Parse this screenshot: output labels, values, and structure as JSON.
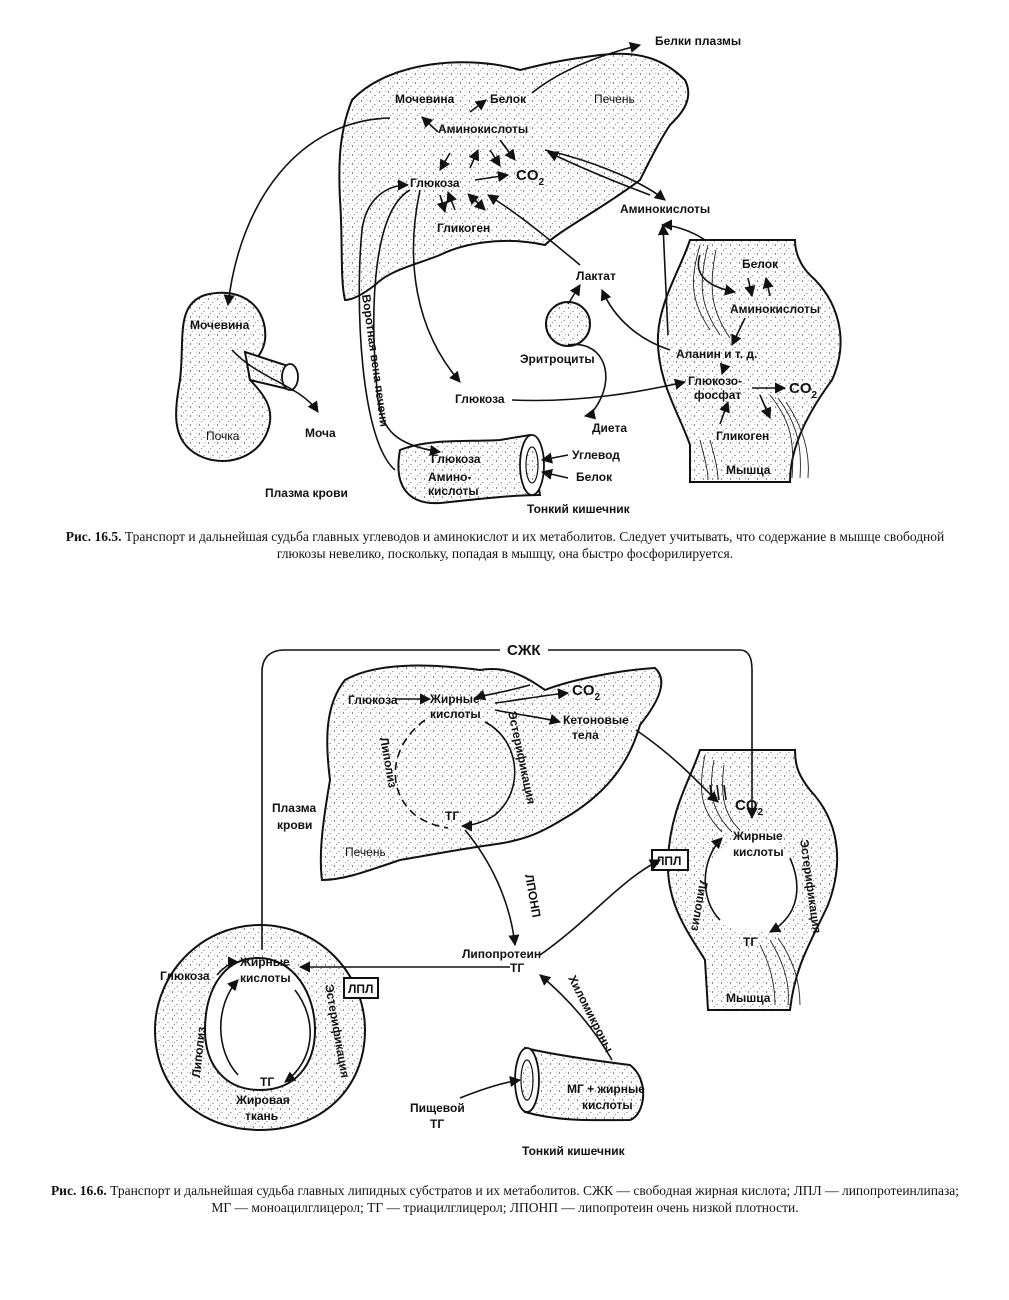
{
  "figure1": {
    "labels": {
      "plasma_proteins": "Белки плазмы",
      "urea_liver": "Мочевина",
      "protein_liver": "Белок",
      "liver": "Печень",
      "amino_acids_liver": "Аминокислоты",
      "glucose_liver": "Глюкоза",
      "co2_main": "CO",
      "co2_sub": "2",
      "glycogen_liver": "Гликоген",
      "amino_acids_mid": "Аминокислоты",
      "lactate": "Лактат",
      "erythrocytes": "Эритроциты",
      "urea_kidney": "Мочевина",
      "kidney": "Почка",
      "urine": "Моча",
      "portal_vein": "Воротная вена печени",
      "glucose_blood": "Глюкоза",
      "diet": "Диета",
      "glucose_intestine": "Глюкоза",
      "amino_intestine_1": "Амино-",
      "amino_intestine_2": "кислоты",
      "carbohydrate": "Углевод",
      "protein_diet": "Белок",
      "small_intestine": "Тонкий кишечник",
      "blood_plasma": "Плазма крови",
      "muscle_protein": "Белок",
      "muscle_amino": "Аминокислоты",
      "alanine": "Аланин и т. д.",
      "glucose_phosphate_1": "Глюкозо-",
      "glucose_phosphate_2": "фосфат",
      "co2_muscle": "CO",
      "co2_muscle_sub": "2",
      "muscle_glycogen": "Гликоген",
      "muscle": "Мышца"
    },
    "caption_bold": "Рис. 16.5.",
    "caption_text": "Транспорт и дальнейшая судьба главных углеводов и аминокислот и их метаболитов. Следует учитывать, что содержание в мышце свободной глюкозы невелико, поскольку, попадая в мышцу, она быстро фосфорилируется."
  },
  "figure2": {
    "labels": {
      "ffa": "СЖК",
      "glucose_liver": "Глюкоза",
      "fatty_acids_liver_1": "Жирные",
      "fatty_acids_liver_2": "кислоты",
      "co2": "CO",
      "co2_sub": "2",
      "ketone_1": "Кетоновые",
      "ketone_2": "тела",
      "esterification_liver": "Эстерификация",
      "lipolysis_liver": "Липолиз",
      "tg_liver": "ТГ",
      "liver": "Печень",
      "plasma_1": "Плазма",
      "plasma_2": "крови",
      "vldl": "ЛПОНП",
      "lipoprotein_1": "Липопротеин",
      "lipoprotein_2": "ТГ",
      "chylomicrons": "Хиломикроны",
      "lpl_adipose": "ЛПЛ",
      "lpl_muscle": "ЛПЛ",
      "co2_muscle": "CO",
      "co2_muscle_sub": "2",
      "muscle_fa_1": "Жирные",
      "muscle_fa_2": "кислоты",
      "lipolysis_muscle": "Липолиз",
      "esterification_muscle": "Эстерификация",
      "tg_muscle": "ТГ",
      "muscle": "Мышца",
      "glucose_adipose": "Глюкоза",
      "adipose_fa_1": "Жирные",
      "adipose_fa_2": "кислоты",
      "lipolysis_adipose": "Липолиз",
      "esterification_adipose": "Эстерификация",
      "tg_adipose": "ТГ",
      "adipose_1": "Жировая",
      "adipose_2": "ткань",
      "mg_fa_1": "МГ + жирные",
      "mg_fa_2": "кислоты",
      "dietary_tg_1": "Пищевой",
      "dietary_tg_2": "ТГ",
      "small_intestine": "Тонкий кишечник"
    },
    "caption_bold": "Рис. 16.6.",
    "caption_text": "Транспорт и дальнейшая судьба главных липидных субстратов и их метаболитов. СЖК — свободная жирная кислота; ЛПЛ — липопротеинлипаза; МГ — моноацилглицерол; ТГ — триацилглицерол; ЛПОНП — липопротеин очень низкой плотности."
  }
}
